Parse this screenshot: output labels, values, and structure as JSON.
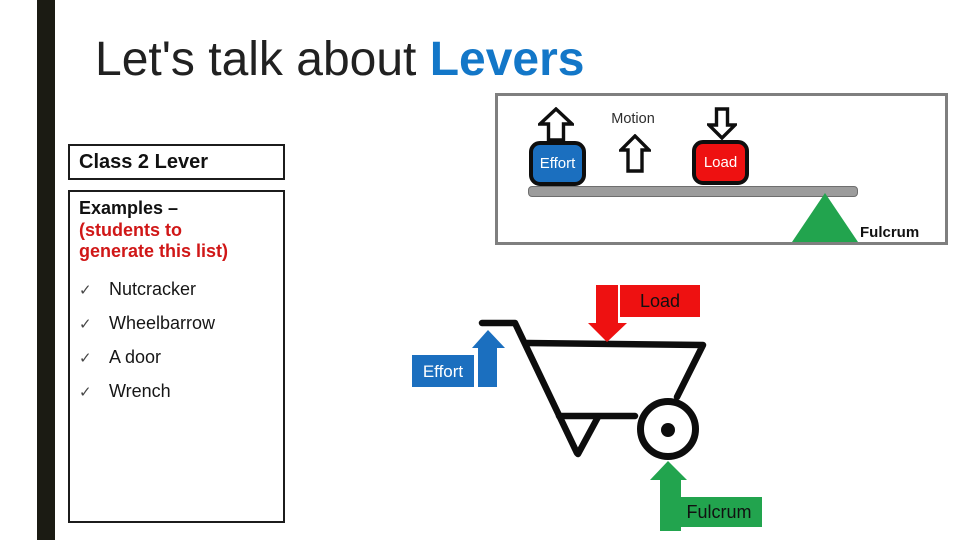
{
  "title": {
    "prefix": "Let's talk about ",
    "highlight": "Levers"
  },
  "colors": {
    "title_blue": "#1377c8",
    "box_blue": "#1b6fbf",
    "red": "#ee1111",
    "green": "#22a44e",
    "beam_gray": "#9c9c9c",
    "panel_border_gray": "#7f7f7f",
    "note_red": "#d01717",
    "accent_bar_black": "#1b1b13"
  },
  "class_box": {
    "label": "Class 2 Lever"
  },
  "examples_box": {
    "heading_black": "Examples –",
    "heading_red": "(students to generate this list)",
    "check_glyph": "✓",
    "items": [
      {
        "label": "Nutcracker"
      },
      {
        "label": "Wheelbarrow"
      },
      {
        "label": "A door"
      },
      {
        "label": "Wrench"
      }
    ]
  },
  "lever_diagram": {
    "motion_label": "Motion",
    "effort_label": "Effort",
    "load_label": "Load",
    "fulcrum_label": "Fulcrum"
  },
  "wheelbarrow_diagram": {
    "load_label": "Load",
    "effort_label": "Effort",
    "fulcrum_label": "Fulcrum"
  }
}
